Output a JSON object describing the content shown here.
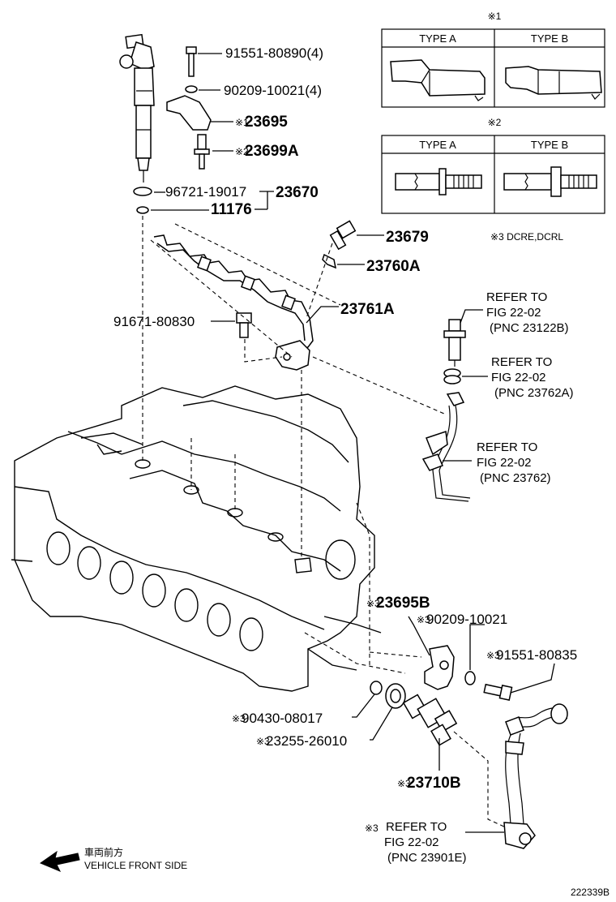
{
  "labels": {
    "p91551_80890": "91551-80890(4)",
    "p90209_10021_4": "90209-10021(4)",
    "p23695_mark": "※1",
    "p23695": "23695",
    "p23699a_mark": "※2",
    "p23699a": "23699A",
    "p96721": "96721-19017",
    "p23670": "23670",
    "p11176": "11176",
    "p23679": "23679",
    "p23760a": "23760A",
    "p23761a": "23761A",
    "p91671": "91671-80830",
    "note3": "※3 DCRE,DCRL",
    "ref1_line1": "REFER TO",
    "ref1_line2": "FIG 22-02",
    "ref1_line3": "(PNC 23122B)",
    "ref2_line1": "REFER TO",
    "ref2_line2": "FIG 22-02",
    "ref2_line3": "(PNC 23762A)",
    "ref3_line1": "REFER TO",
    "ref3_line2": "FIG 22-02",
    "ref3_line3": "(PNC 23762)",
    "p23695b_mark": "※3",
    "p23695b": "23695B",
    "p90209_10021_mark": "※3",
    "p90209_10021": "90209-10021",
    "p91551_80835_mark": "※3",
    "p91551_80835": "91551-80835",
    "p90430_mark": "※3",
    "p90430": "90430-08017",
    "p23255_mark": "※3",
    "p23255": "23255-26010",
    "p23710b_mark": "※3",
    "p23710b": "23710B",
    "ref4_mark": "※3",
    "ref4_line1": "REFER TO",
    "ref4_line2": "FIG 22-02",
    "ref4_line3": "(PNC 23901E)",
    "front_jp": "車両前方",
    "front_en": "VEHICLE FRONT SIDE",
    "figure_code": "222339B"
  },
  "type_tables": [
    {
      "mark": "※1",
      "col_a": "TYPE A",
      "col_b": "TYPE B"
    },
    {
      "mark": "※2",
      "col_a": "TYPE A",
      "col_b": "TYPE B"
    }
  ]
}
